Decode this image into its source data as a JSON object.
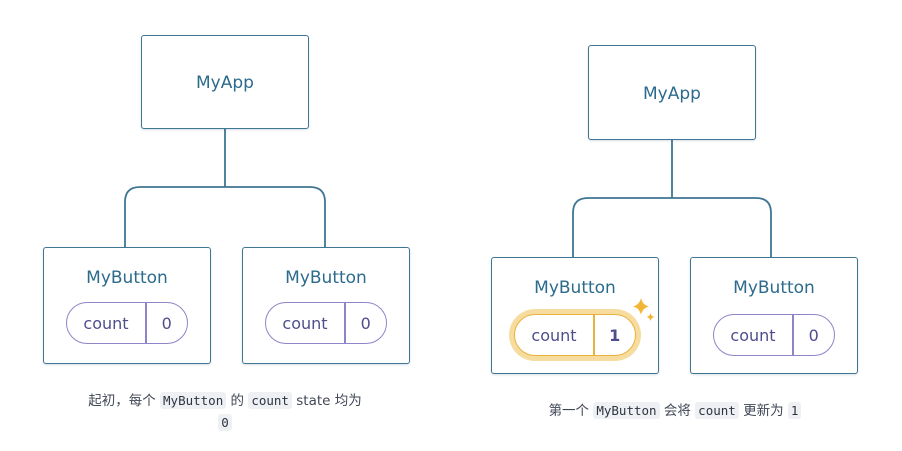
{
  "left": {
    "app_label": "MyApp",
    "buttons": [
      {
        "label": "MyButton",
        "state_name": "count",
        "state_value": "0"
      },
      {
        "label": "MyButton",
        "state_name": "count",
        "state_value": "0"
      }
    ],
    "caption": {
      "part1": "起初，每个",
      "code1": "MyButton",
      "part2": "的",
      "code2": "count",
      "part3": "state 均为",
      "code3": "0"
    }
  },
  "right": {
    "app_label": "MyApp",
    "buttons": [
      {
        "label": "MyButton",
        "state_name": "count",
        "state_value": "1",
        "highlighted": true
      },
      {
        "label": "MyButton",
        "state_name": "count",
        "state_value": "0"
      }
    ],
    "caption": {
      "part1": "第一个",
      "code1": "MyButton",
      "part2": "会将",
      "code2": "count",
      "part3": "更新为",
      "code3": "1"
    }
  },
  "colors": {
    "box_border": "#3f7693",
    "pill_border": "#8c86c8",
    "highlight": "#e9b23e",
    "sparkle": "#f2b634"
  }
}
